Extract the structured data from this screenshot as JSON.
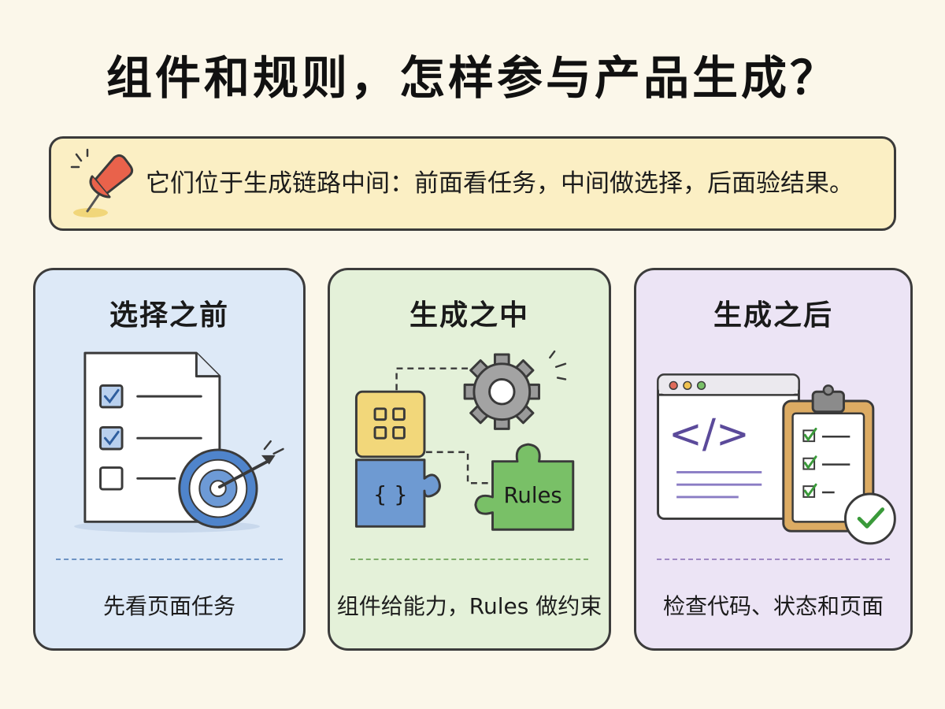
{
  "title": "组件和规则，怎样参与产品生成？",
  "banner": {
    "icon": "pushpin-icon",
    "text": "它们位于生成链路中间：前面看任务，中间做选择，后面验结果。"
  },
  "cards": [
    {
      "title": "选择之前",
      "caption": "先看页面任务",
      "color": "#dde9f7",
      "illustration": [
        "checklist-document-icon",
        "target-arrow-icon"
      ]
    },
    {
      "title": "生成之中",
      "caption": "组件给能力，Rules 做约束",
      "color": "#e4f1d9",
      "illustration": [
        "component-grid-icon",
        "code-braces-puzzle-icon",
        "gear-icon",
        "rules-puzzle-icon"
      ],
      "puzzle_label": "Rules",
      "braces_label": "{ }"
    },
    {
      "title": "生成之后",
      "caption": "检查代码、状态和页面",
      "color": "#ece4f5",
      "illustration": [
        "code-window-icon",
        "clipboard-checklist-icon",
        "check-badge-icon"
      ],
      "code_label": "</>"
    }
  ]
}
